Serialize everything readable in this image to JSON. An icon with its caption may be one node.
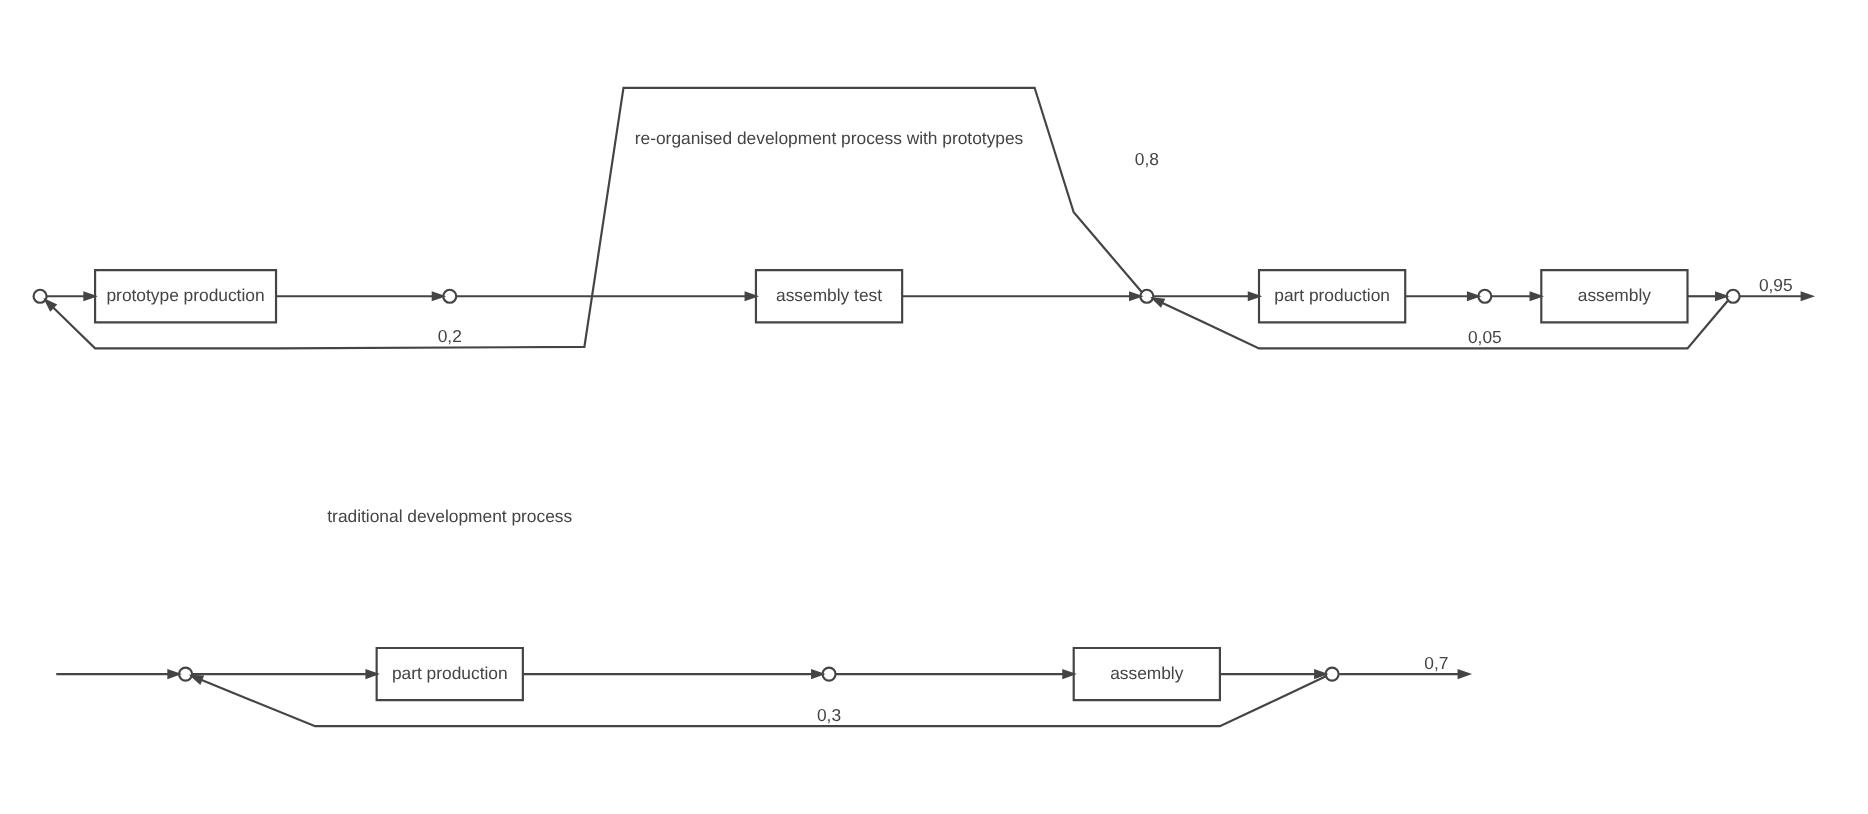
{
  "diagram": {
    "nodes": [
      {
        "text": [],
        "shape": "circle"
      },
      {
        "text": [
          "part production"
        ]
      },
      {
        "text": [],
        "shape": "circle"
      },
      {
        "text": [
          "assembly"
        ]
      },
      {
        "text": [],
        "shape": "circle"
      },
      {
        "text": [],
        "shape": "circle"
      },
      {
        "text": [
          "prototype production"
        ]
      },
      {
        "text": [],
        "shape": "circle"
      },
      {
        "text": [
          "assembly test"
        ]
      },
      {
        "text": [],
        "shape": "circle"
      },
      {
        "text": [
          "part production"
        ]
      },
      {
        "text": [],
        "shape": "circle"
      },
      {
        "text": [
          "assembly"
        ]
      },
      {
        "text": [],
        "shape": "circle"
      }
    ],
    "edges": [
      {
        "from": null,
        "to": 0,
        "arrow": "to"
      },
      {
        "from": 0,
        "to": 1,
        "arrow": "to"
      },
      {
        "from": 1,
        "to": 2,
        "arrow": "to"
      },
      {
        "from": 2,
        "to": 3,
        "arrow": "to"
      },
      {
        "from": 3,
        "to": 4,
        "arrow": "to"
      },
      {
        "from": 4,
        "to": null,
        "arrow": "to",
        "label": "0,7"
      },
      {
        "from": 4,
        "to": 0,
        "arrow": "to",
        "label": "0,3"
      },
      {
        "from": 5,
        "to": 6,
        "arrow": "to"
      },
      {
        "from": 6,
        "to": 7,
        "arrow": "to"
      },
      {
        "from": 7,
        "to": 8,
        "arrow": "to"
      },
      {
        "from": 8,
        "to": 9,
        "arrow": "to"
      },
      {
        "from": 9,
        "to": 10,
        "arrow": "to"
      },
      {
        "from": 10,
        "to": 11,
        "arrow": "to"
      },
      {
        "from": 11,
        "to": 12,
        "arrow": "to"
      },
      {
        "from": 12,
        "to": 13,
        "arrow": "to"
      },
      {
        "from": 13,
        "to": null,
        "arrow": "to",
        "label": "0,95"
      },
      {
        "from": 9,
        "to": 5,
        "arrow": "to",
        "label": "0,2"
      },
      {
        "from": 13,
        "to": 9,
        "arrow": "to",
        "label": "0,05"
      }
    ],
    "labels": [
      "traditional development process",
      "re-organised development process with prototypes",
      "0,8"
    ]
  }
}
